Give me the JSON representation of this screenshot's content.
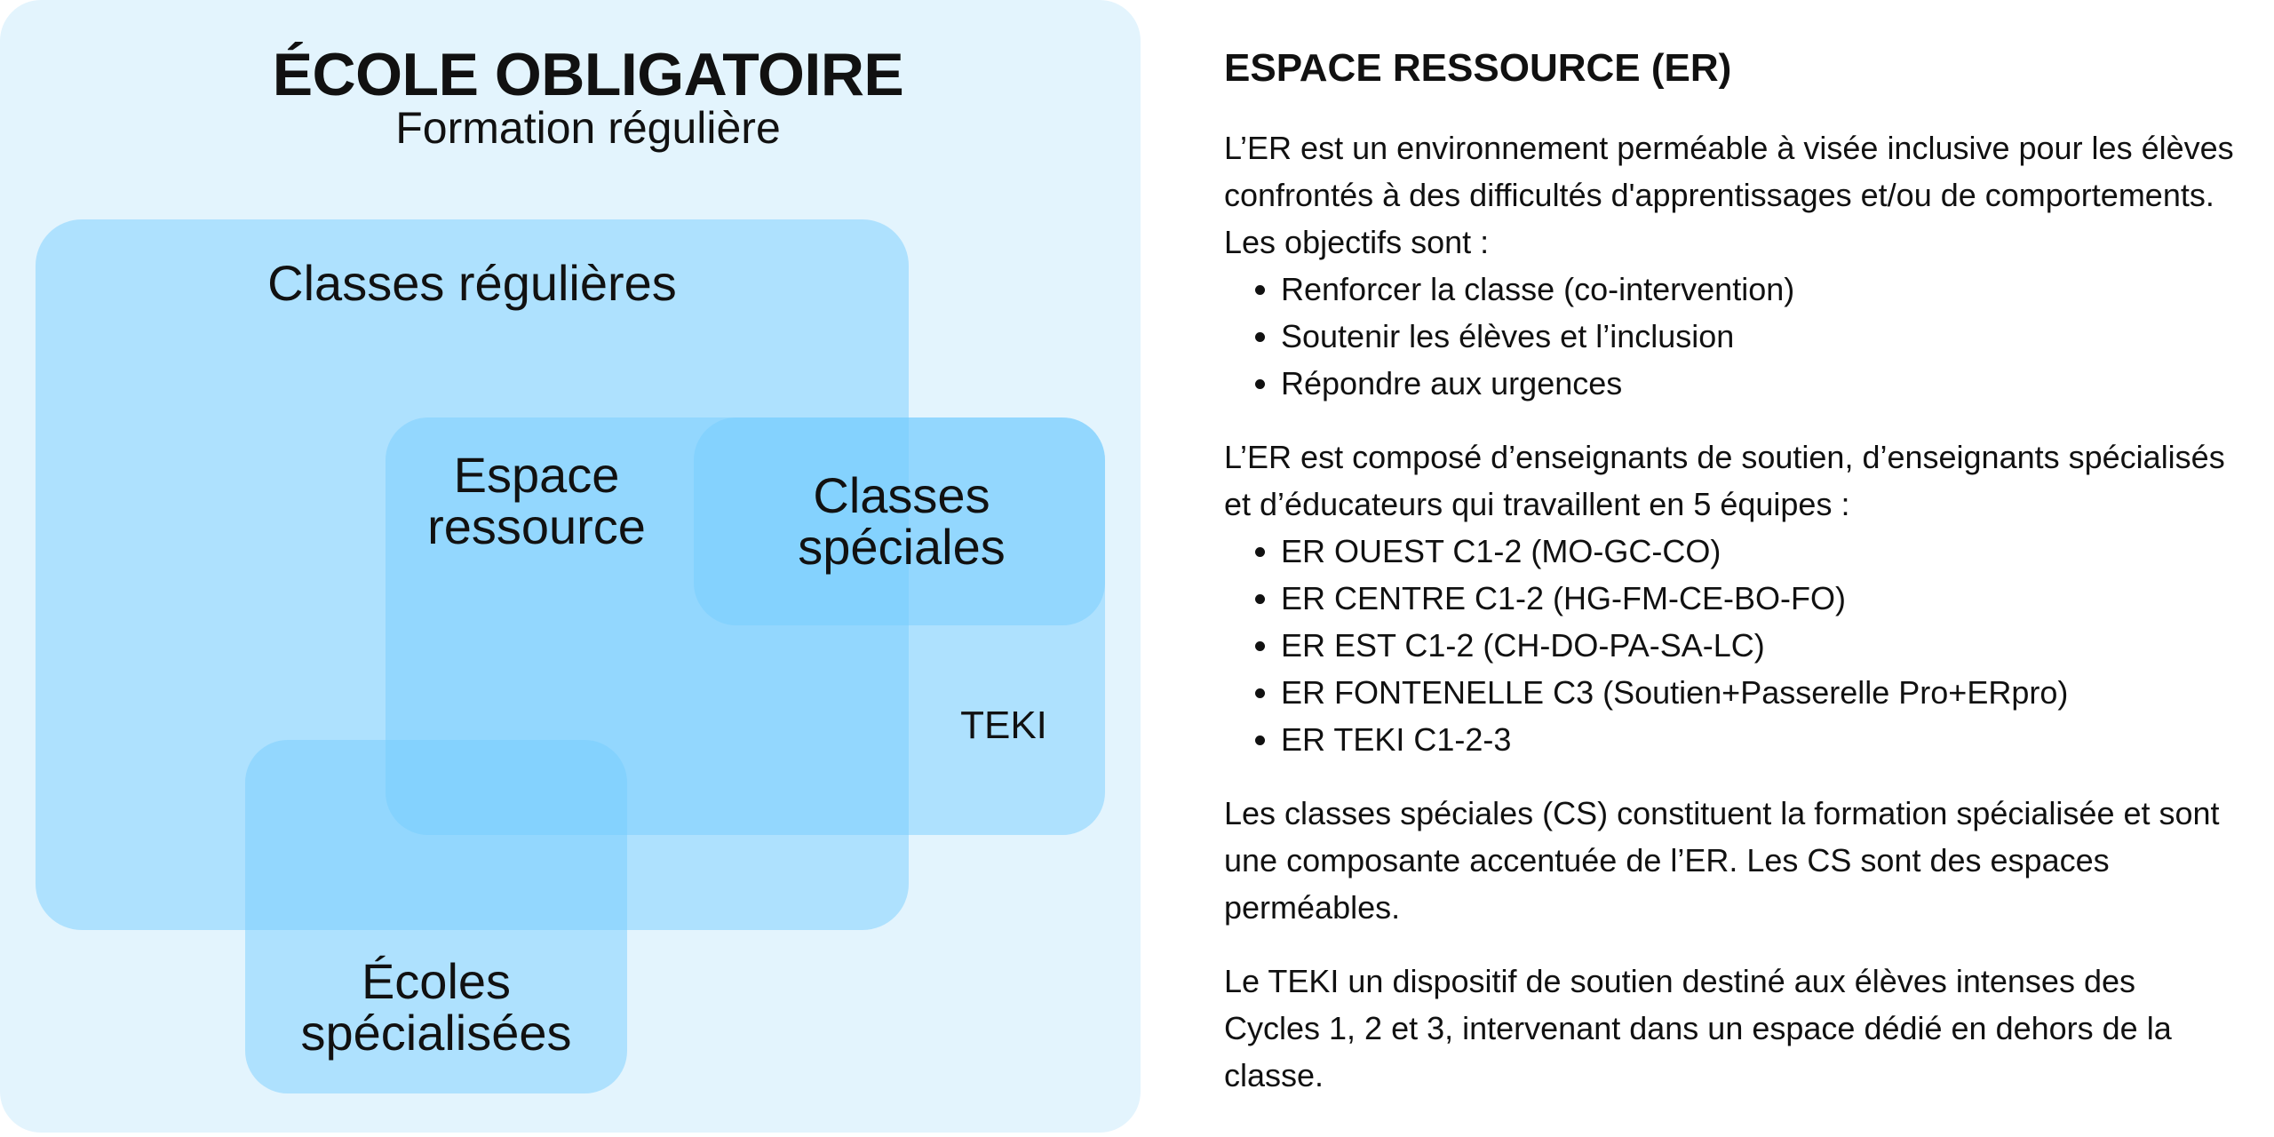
{
  "diagram": {
    "title": "ÉCOLE OBLIGATOIRE",
    "subtitle": "Formation régulière",
    "regions": {
      "classes_regulieres": "Classes régulières",
      "espace_ressource": "Espace\nressource",
      "classes_speciales": "Classes\nspéciales",
      "teki": "TEKI",
      "ecoles_specialisees": "Écoles\nspécialisées"
    },
    "colors": {
      "background": "#e3f4fd",
      "region_fill": "#75ccff"
    }
  },
  "panel": {
    "title": "ESPACE RESSOURCE (ER)",
    "paragraph1": "L’ER est un environnement perméable à visée inclusive pour les élèves confrontés à des difficultés d'apprentissages et/ou de comportements. Les objectifs sont :",
    "objectives": [
      "Renforcer la classe (co-intervention)",
      "Soutenir les élèves et l’inclusion",
      "Répondre aux urgences"
    ],
    "paragraph2": "L’ER est composé d’enseignants de soutien, d’enseignants spécialisés et d’éducateurs qui travaillent en 5 équipes :",
    "teams": [
      "ER OUEST C1-2 (MO-GC-CO)",
      "ER CENTRE C1-2 (HG-FM-CE-BO-FO)",
      "ER EST C1-2 (CH-DO-PA-SA-LC)",
      "ER FONTENELLE C3 (Soutien+Passerelle Pro+ERpro)",
      "ER TEKI C1-2-3"
    ],
    "paragraph3": "Les classes spéciales (CS) constituent la formation spécialisée et sont une composante accentuée de l’ER. Les CS sont des espaces perméables.",
    "paragraph4": "Le TEKI un dispositif de soutien destiné aux élèves intenses des Cycles 1, 2 et 3, intervenant dans un espace dédié en dehors de la classe."
  }
}
